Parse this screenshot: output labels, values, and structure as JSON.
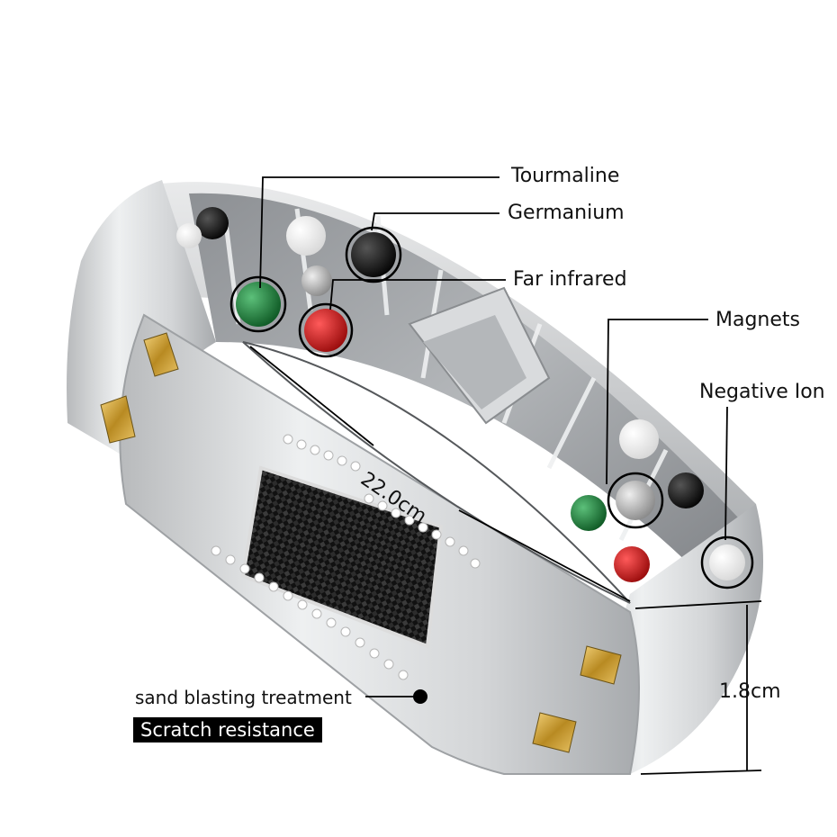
{
  "labels": {
    "tourmaline": "Tourmaline",
    "germanium": "Germanium",
    "far_infrared": "Far infrared",
    "magnets": "Magnets",
    "negative_ion": "Negative Ion",
    "length": "22.0cm",
    "width": "1.8cm",
    "sand_blasting": "sand blasting treatment",
    "scratch": "Scratch resistance"
  },
  "colors": {
    "steel": "#c9cbcd",
    "steel_dark": "#8e9194",
    "gold": "#c9a43a",
    "green_stone": "#1f7a3a",
    "red_stone": "#c01818",
    "black_stone": "#151515",
    "white_stone": "#f4f4f4",
    "carbon": "#1a1a1a"
  }
}
